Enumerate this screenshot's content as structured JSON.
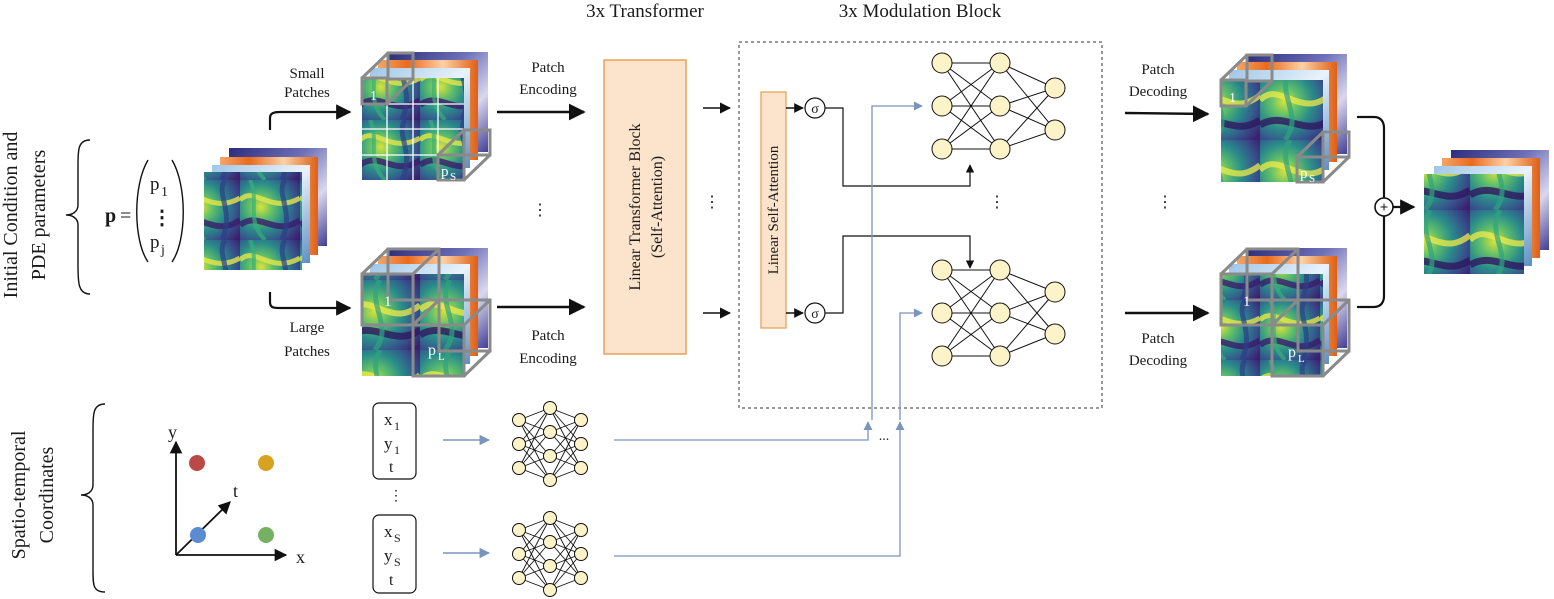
{
  "headers": {
    "transformer": "3x Transformer",
    "modulation": "3x Modulation Block"
  },
  "left_labels": {
    "initial_line1": "Initial Condition and",
    "initial_line2": "PDE parameters",
    "coords_line1": "Spatio-temporal",
    "coords_line2": "Coordinates"
  },
  "param_vector": {
    "symbol": "p",
    "equals": "=",
    "p1": "p",
    "p1_sub": "1",
    "vdots": "⋮",
    "pj": "p",
    "pj_sub": "j"
  },
  "patches": {
    "small_line1": "Small",
    "small_line2": "Patches",
    "large_line1": "Large",
    "large_line2": "Patches",
    "one": "1",
    "ps": "p",
    "ps_sub": "S",
    "pl": "p",
    "pl_sub": "L"
  },
  "encoding": {
    "line1": "Patch",
    "line2": "Encoding"
  },
  "decoding": {
    "line1": "Patch",
    "line2": "Decoding"
  },
  "transformer_block": {
    "line1": "Linear Transformer Block",
    "line2": "(Self-Attention)"
  },
  "self_attention": "Linear Self-Attention",
  "sigma": "σ",
  "plus": "+",
  "ellipsis_v": "⋮",
  "ellipsis_h": "...",
  "axes": {
    "x": "x",
    "y": "y",
    "t": "t"
  },
  "coord_vectors": [
    {
      "x": "x",
      "x_sub": "1",
      "y": "y",
      "y_sub": "1",
      "t": "t"
    },
    {
      "x": "x",
      "x_sub": "S",
      "y": "y",
      "y_sub": "S",
      "t": "t"
    }
  ],
  "colors": {
    "block_fill": "#fce4cc",
    "block_stroke": "#e8a35a",
    "neuron_fill": "#fcf3c9",
    "flow_blue": "#7895bd",
    "point_red": "#b94a48",
    "point_yellow": "#d7a21f",
    "point_blue": "#5b8bd0",
    "point_green": "#76b062"
  }
}
